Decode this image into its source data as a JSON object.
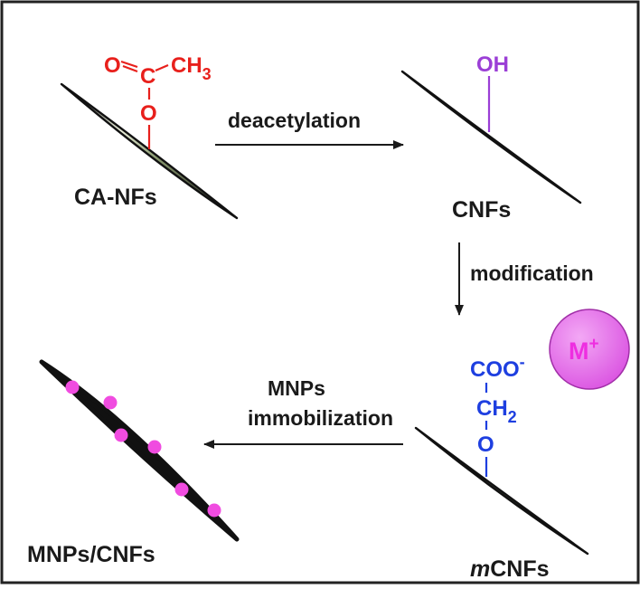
{
  "labels": {
    "ca_nfs": "CA-NFs",
    "cnfs": "CNFs",
    "mcnfs_prefix": "m",
    "mcnfs_rest": "CNFs",
    "mnps_cnfs": "MNPs/CNFs"
  },
  "arrows": {
    "deacetylation": "deacetylation",
    "modification": "modification",
    "immobilization_line1": "MNPs",
    "immobilization_line2": "immobilization"
  },
  "acetyl_group": {
    "o_left": "O",
    "dbl_bond": "=",
    "c": "C",
    "ch3_main": "CH",
    "ch3_sub": "3",
    "bond": "|",
    "o_bottom": "O"
  },
  "hydroxyl_group": {
    "oh": "OH"
  },
  "carboxymethyl_group": {
    "coo": "COO",
    "coo_charge": "-",
    "ch2_main": "CH",
    "ch2_sub": "2",
    "o": "O"
  },
  "metal_ion": {
    "symbol": "M",
    "charge": "+"
  },
  "colors": {
    "acetyl": "#e8201c",
    "hydroxyl": "#9b3fd6",
    "carboxymethyl": "#1e3fe0",
    "metal_ion": "#e066e8",
    "nanoparticle": "#f04ce0"
  }
}
